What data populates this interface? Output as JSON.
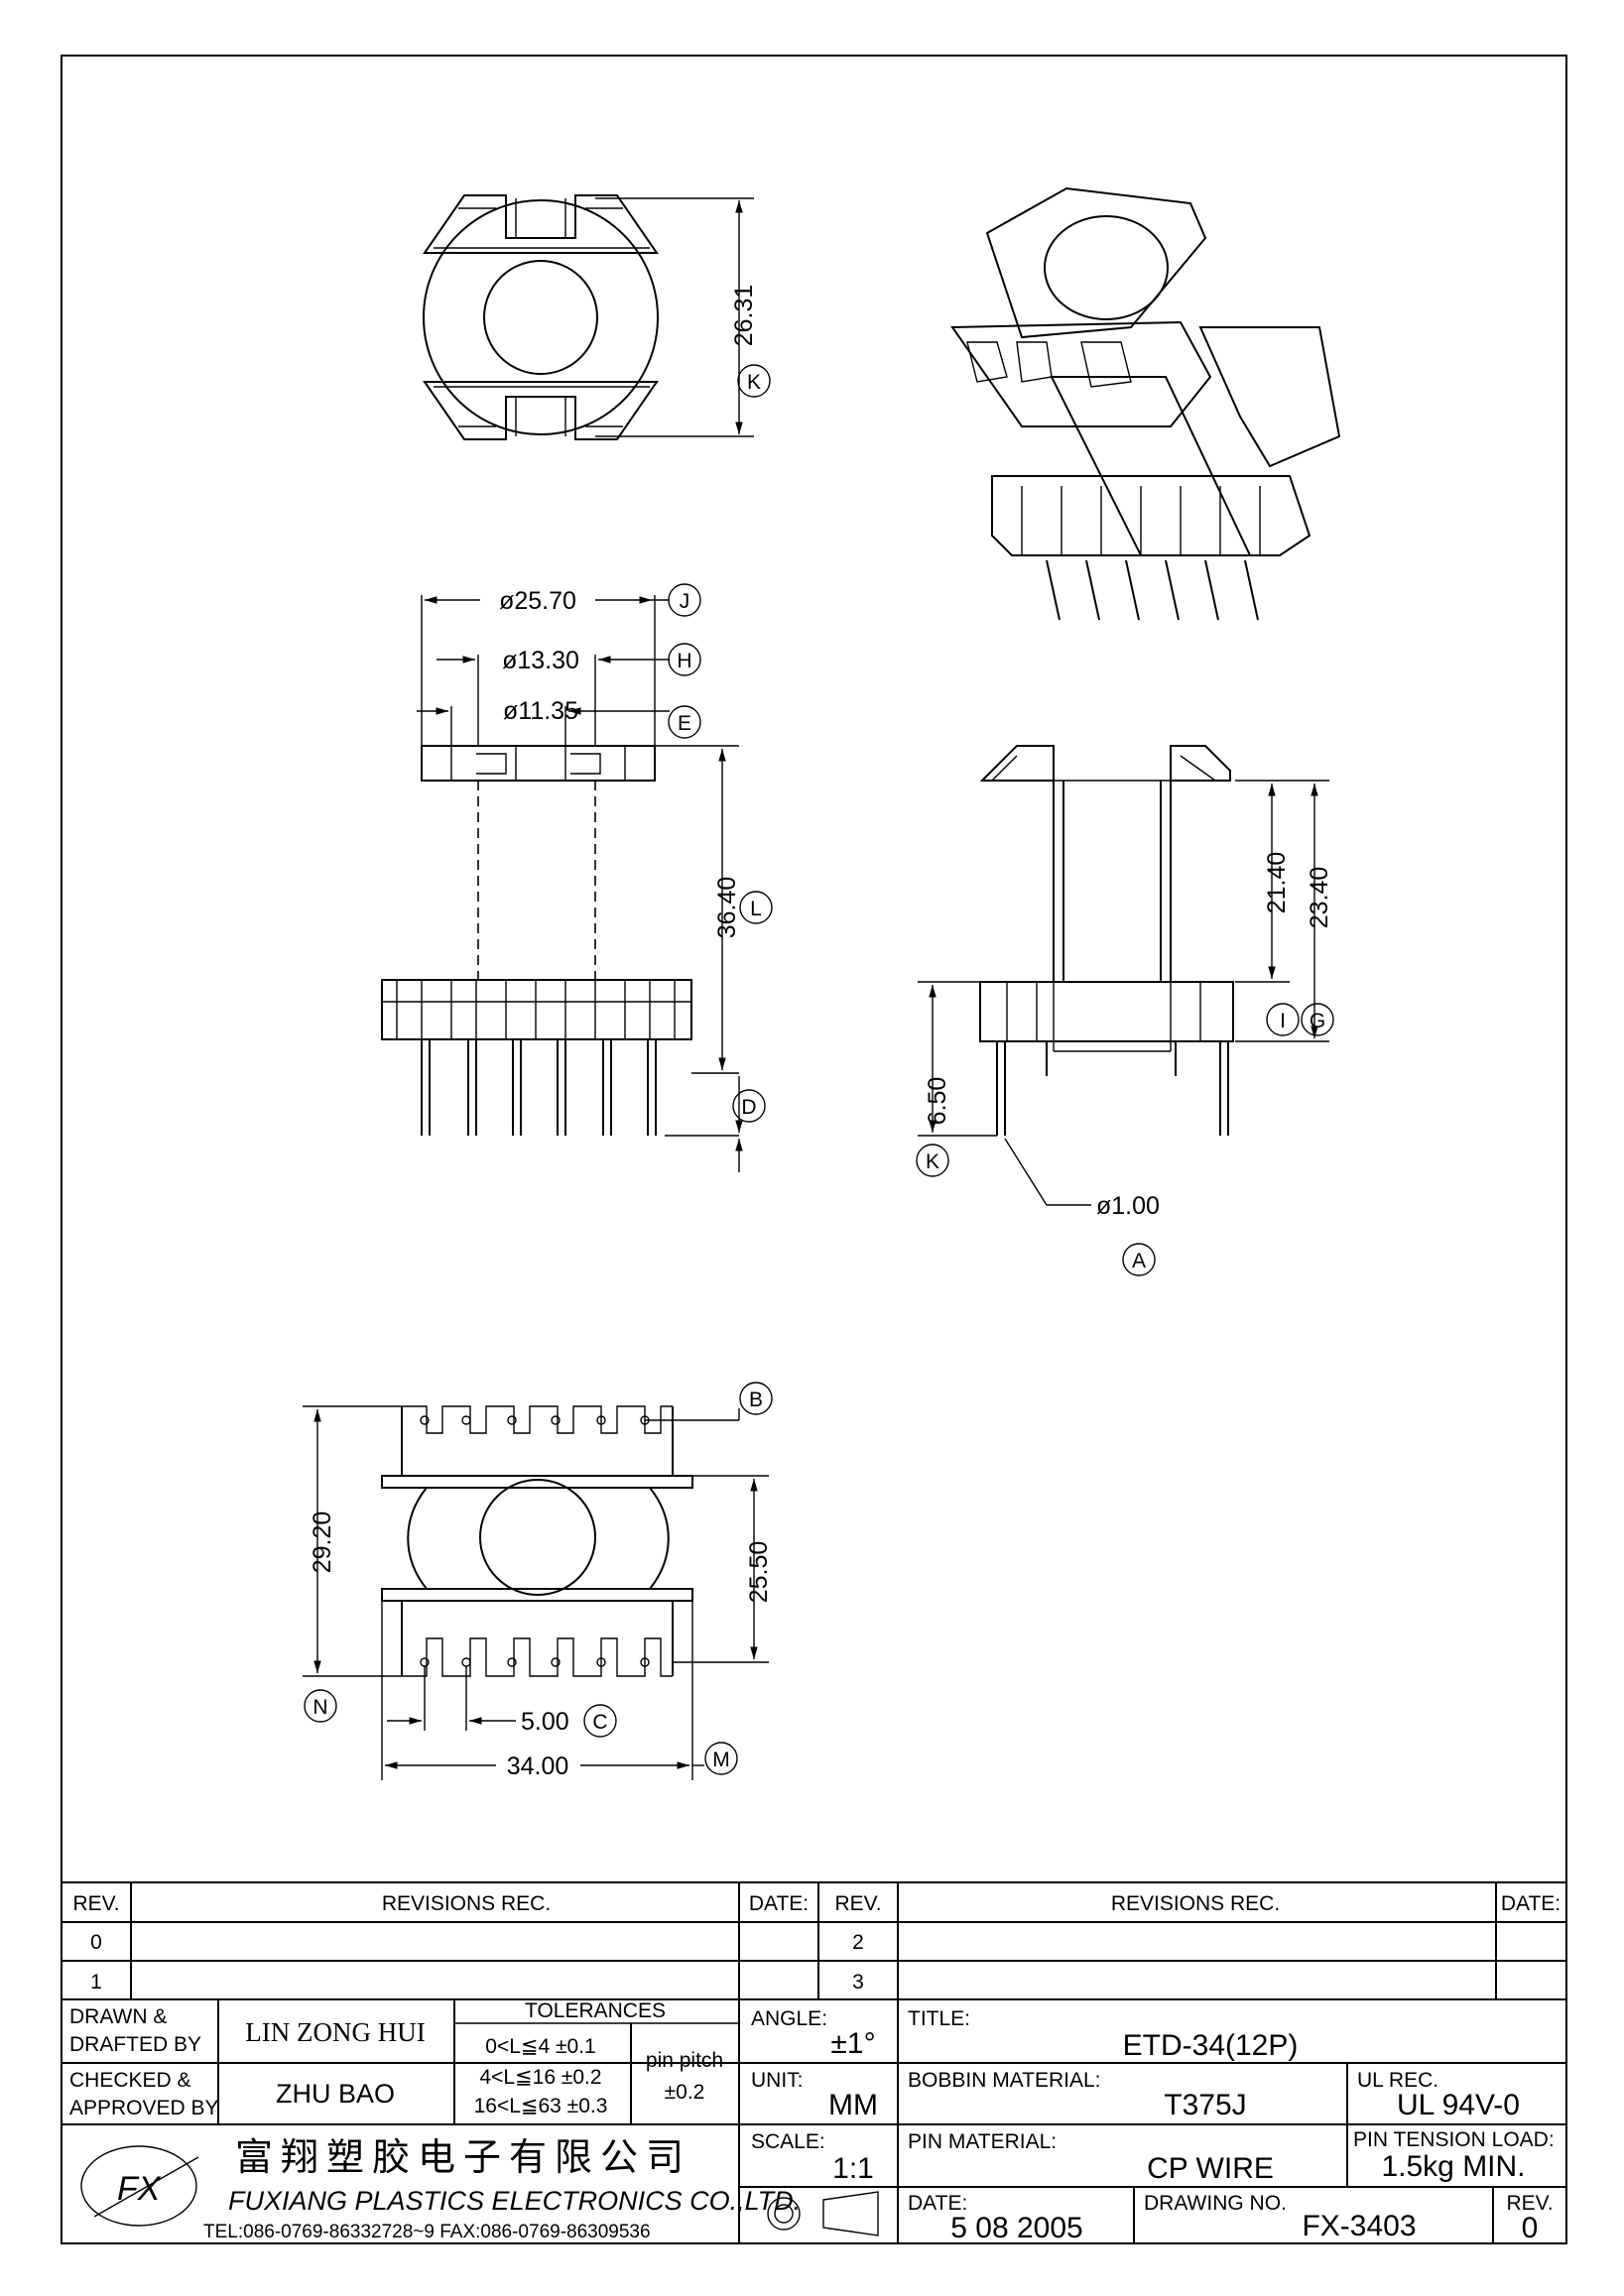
{
  "dimensions": {
    "top_height": "26.31",
    "top_height_ref": "K",
    "d_outer": "ø25.70",
    "d_outer_ref": "J",
    "d_mid": "ø13.30",
    "d_mid_ref": "H",
    "d_inner": "ø11.35",
    "d_inner_ref": "E",
    "total_height": "36.40",
    "total_height_ref": "L",
    "pin_length_ref": "D",
    "height_a": "21.40",
    "height_b": "23.40",
    "height_a_ref": "I",
    "height_b_ref": "G",
    "pin_len": "6.50",
    "pin_len_ref": "K",
    "pin_diam": "ø1.00",
    "pin_diam_ref": "A",
    "bottom_top_ref": "B",
    "overall_width": "29.20",
    "slot_height": "25.50",
    "pitch": "5.00",
    "pitch_ref": "C",
    "left_ref": "N",
    "base_width": "34.00",
    "base_width_ref": "M"
  },
  "revisions": {
    "headers": {
      "rev": "REV.",
      "rec": "REVISIONS   REC.",
      "date": "DATE:"
    },
    "left_revs": [
      "0",
      "1"
    ],
    "right_revs": [
      "2",
      "3"
    ]
  },
  "title_block": {
    "drawn_label": "DRAWN &\nDRAFTED BY",
    "drawn_by": "LIN ZONG HUI",
    "checked_label": "CHECKED &\nAPPROVED BY",
    "checked_by": "ZHU BAO",
    "tolerances_label": "TOLERANCES",
    "tol_1": "0<L≦4   ±0.1",
    "tol_2": "4<L≦16  ±0.2",
    "tol_3": "16<L≦63  ±0.3",
    "pin_pitch_label": "pin pitch",
    "pin_pitch_tol": "±0.2",
    "angle_label": "ANGLE:",
    "angle": "±1°",
    "unit_label": "UNIT:",
    "unit": "MM",
    "scale_label": "SCALE:",
    "scale": "1:1",
    "title_label": "TITLE:",
    "title": "ETD-34(12P)",
    "bobbin_label": "BOBBIN MATERIAL:",
    "bobbin": "T375J",
    "ul_label": "UL REC.",
    "ul": "UL 94V-0",
    "pin_mat_label": "PIN MATERIAL:",
    "pin_mat": "CP WIRE",
    "tension_label": "PIN TENSION LOAD:",
    "tension": "1.5kg MIN.",
    "date_label": "DATE:",
    "date": "5 08 2005",
    "drawing_no_label": "DRAWING NO.",
    "drawing_no": "FX-3403",
    "rev_label": "REV.",
    "rev": "0",
    "company_cn": "富翔塑胶电子有限公司",
    "company_en": "FUXIANG PLASTICS ELECTRONICS CO.,LTD.",
    "contact": "TEL:086-0769-86332728~9   FAX:086-0769-86309536",
    "logo_letters": "FX"
  }
}
